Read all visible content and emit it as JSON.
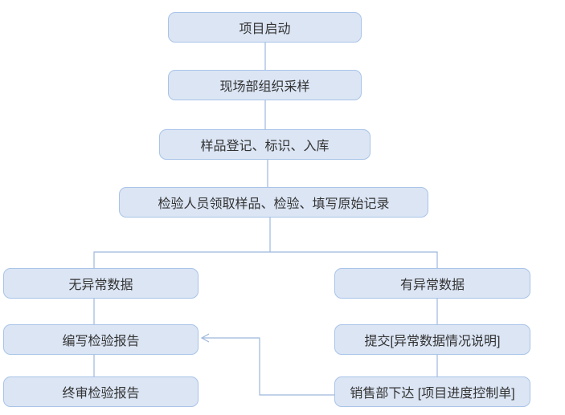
{
  "flowchart": {
    "nodes": [
      {
        "id": "project-start",
        "label": "项目启动"
      },
      {
        "id": "site-dept-sampling",
        "label": "现场部组织采样"
      },
      {
        "id": "sample-registration",
        "label": "样品登记、标识、入库"
      },
      {
        "id": "inspection-process",
        "label": "检验人员领取样品、检验、填写原始记录"
      },
      {
        "id": "no-abnormal-data",
        "label": "无异常数据"
      },
      {
        "id": "abnormal-data",
        "label": "有异常数据"
      },
      {
        "id": "write-inspection-report",
        "label": "编写检验报告"
      },
      {
        "id": "submit-abnormal-note",
        "label": "提交[异常数据情况说明]"
      },
      {
        "id": "final-review-report",
        "label": "终审检验报告"
      },
      {
        "id": "sales-issue-control-sheet",
        "label": "销售部下达 [项目进度控制单]"
      }
    ],
    "colors": {
      "node_fill": "#dbe5f4",
      "node_border": "#a9c4e8",
      "connector": "#9db8dc",
      "text": "#333333",
      "background": "#ffffff"
    }
  }
}
